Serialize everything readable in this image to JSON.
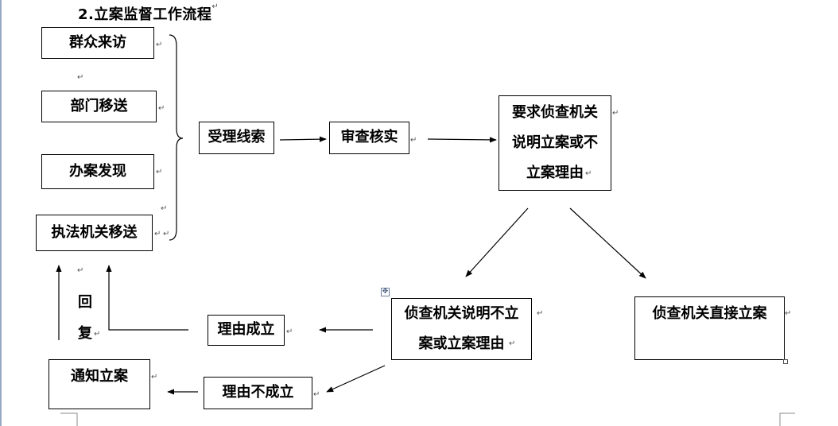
{
  "title": "2.立案监督工作流程",
  "paragraph_mark": "↵",
  "move_handle_glyph": "✥",
  "sources": {
    "visit": "群众来访",
    "transfer_dept": "部门移送",
    "case_found": "办案发现",
    "law_enforcement": "执法机关移送"
  },
  "steps": {
    "accept": "受理线索",
    "review": "审查核实",
    "request_line1": "要求侦查机关",
    "request_line2": "说明立案或不",
    "request_line3": "立案理由",
    "explain_line1": "侦查机关说明不立",
    "explain_line2": "案或立案理由",
    "direct_file": "侦查机关直接立案",
    "reason_valid": "理由成立",
    "reason_invalid": "理由不成立",
    "notify_file": "通知立案"
  },
  "reply": {
    "char1": "回",
    "char2": "复"
  }
}
